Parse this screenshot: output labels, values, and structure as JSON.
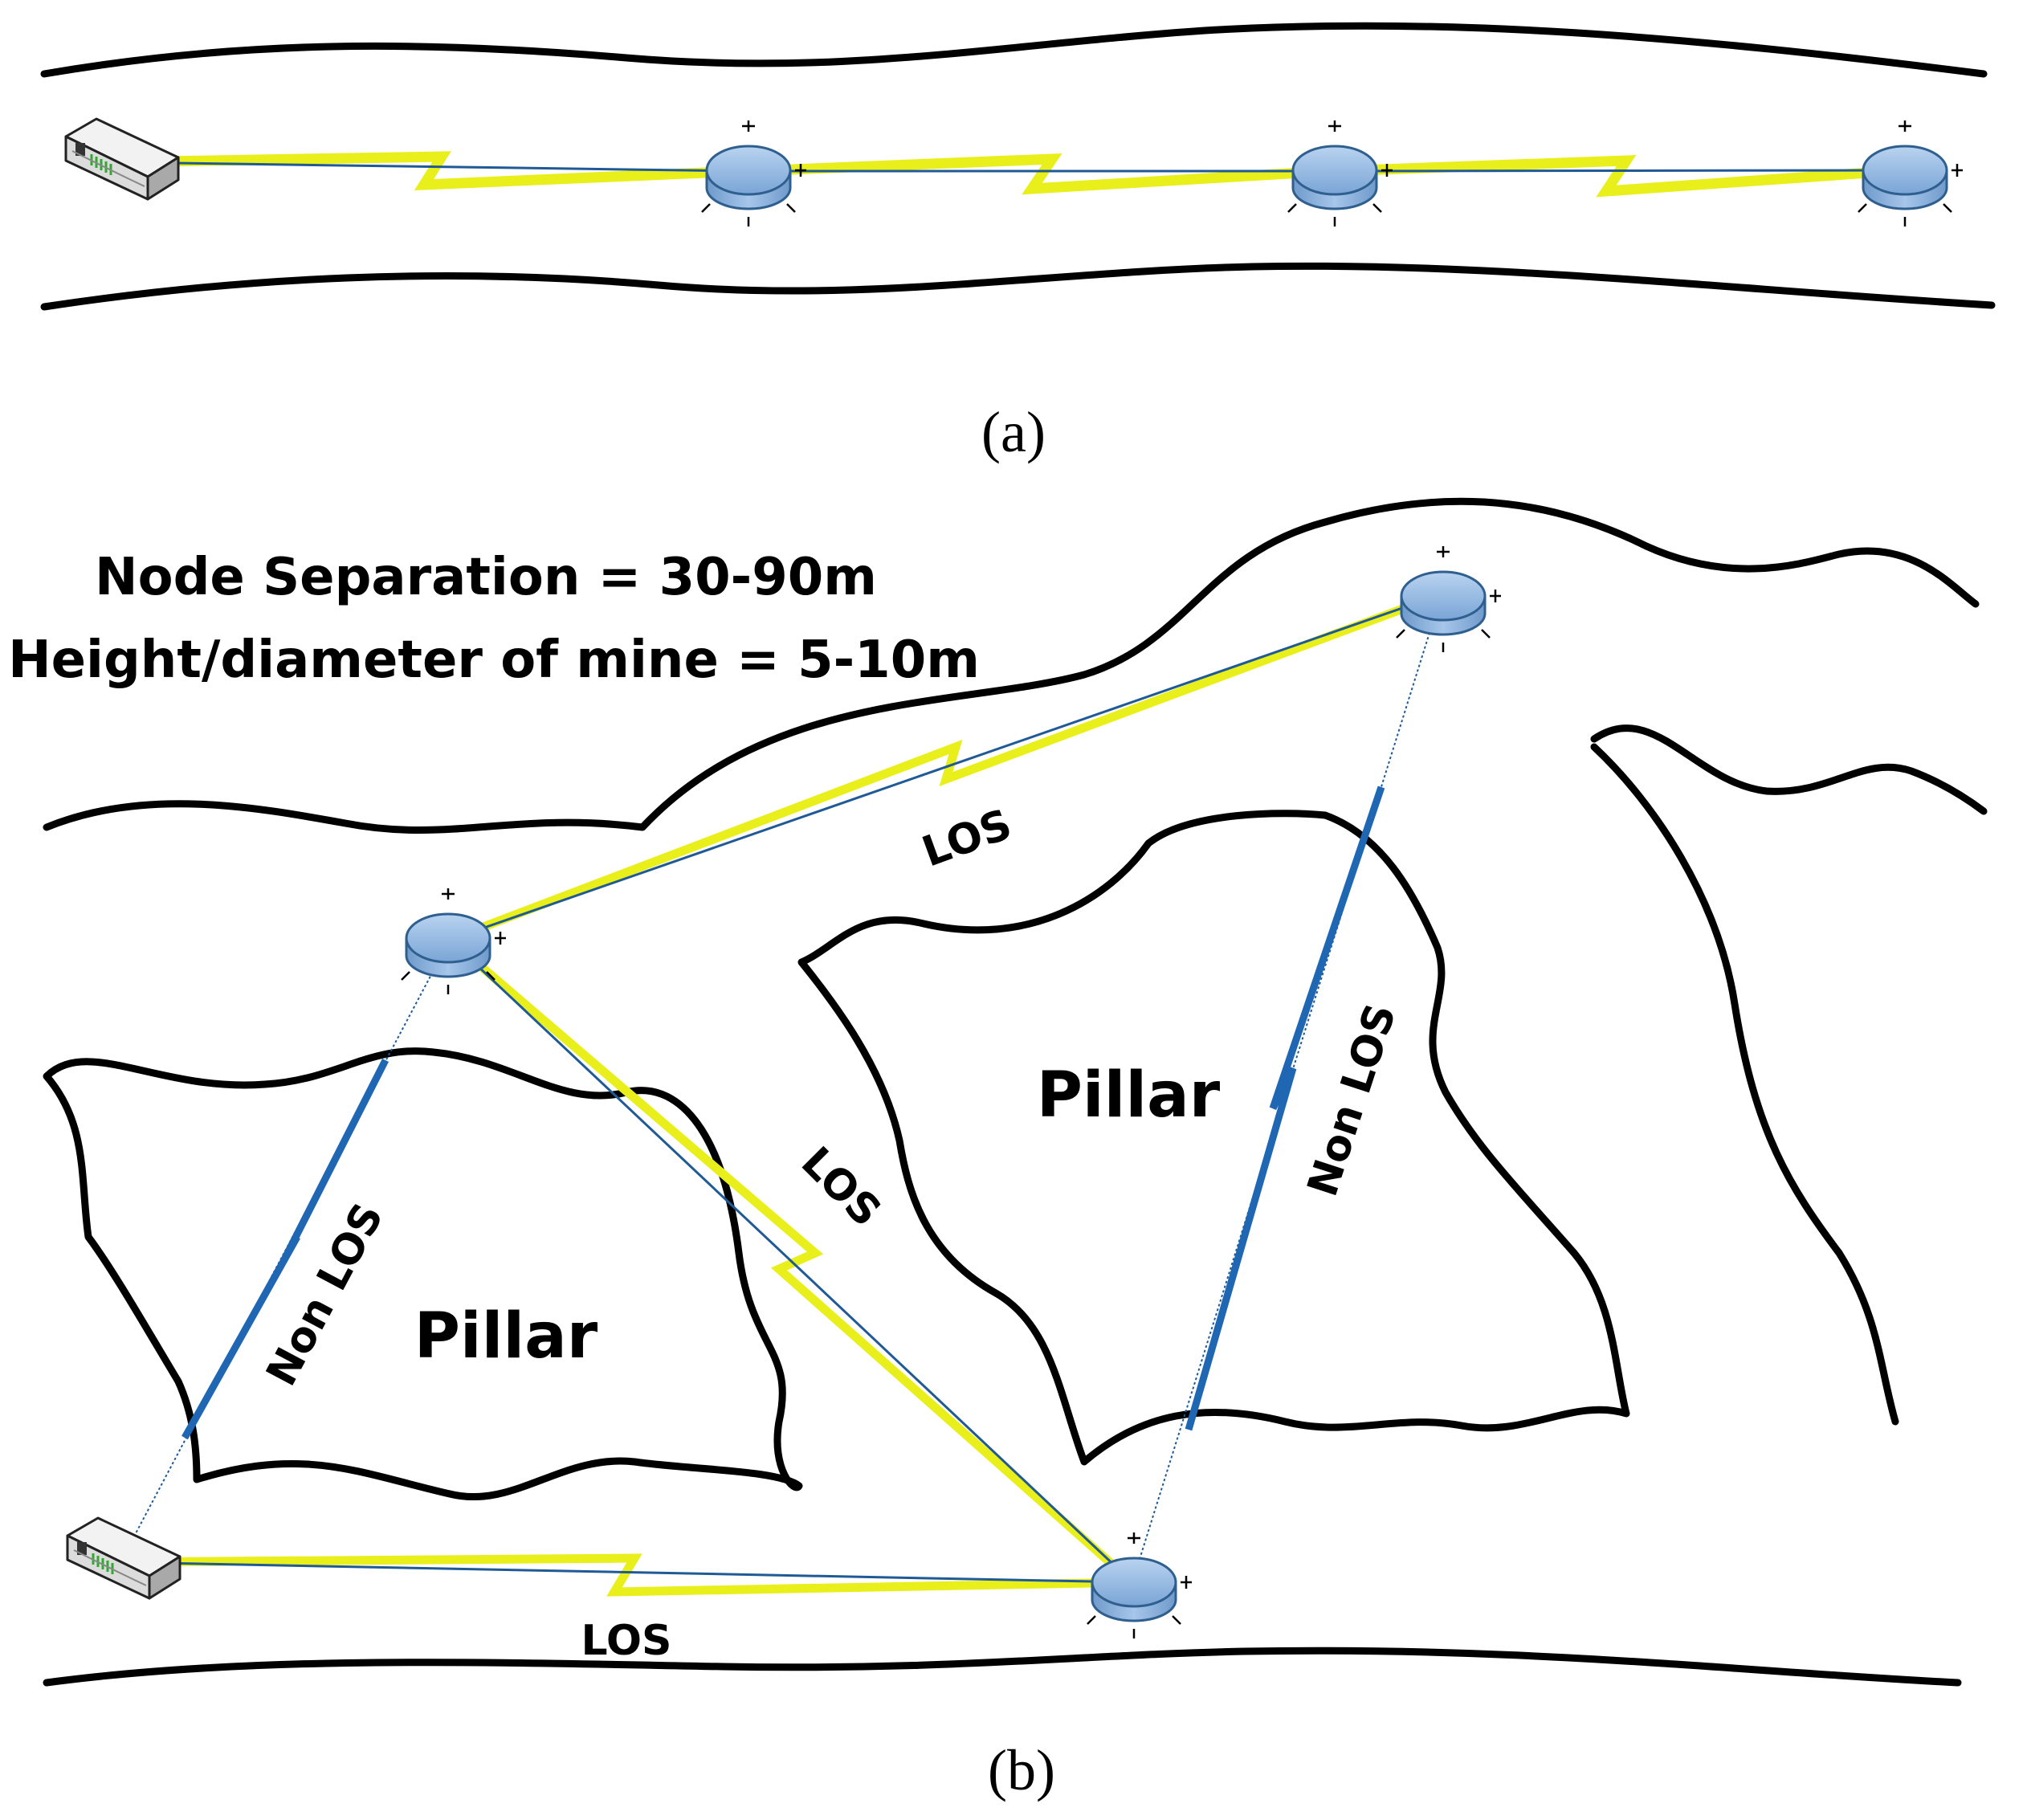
{
  "panel_a": {
    "caption": "(a)"
  },
  "panel_b": {
    "caption": "(b)",
    "note_line1": "Node Separation = 30-90m",
    "note_line2": "Height/diameter of mine = 5-10m",
    "pillar_left_label": "Pillar",
    "pillar_right_label": "Pillar",
    "link_top_label": "LOS",
    "link_diag_label": "LOS",
    "link_bottom_label": "LOS",
    "link_left_label": "Non LOS",
    "link_right_label": "Non LOS"
  },
  "colors": {
    "los_link": "#e8ef1a",
    "nlos_link": "#1f66b3",
    "node_fill": "#8cb4e0",
    "node_stroke": "#2f5f8f",
    "wall": "#000000",
    "gateway_fill": "#d9d9d9"
  },
  "icons": {
    "sensor_node": "disc-sensor-icon",
    "gateway": "router-gateway-icon"
  }
}
